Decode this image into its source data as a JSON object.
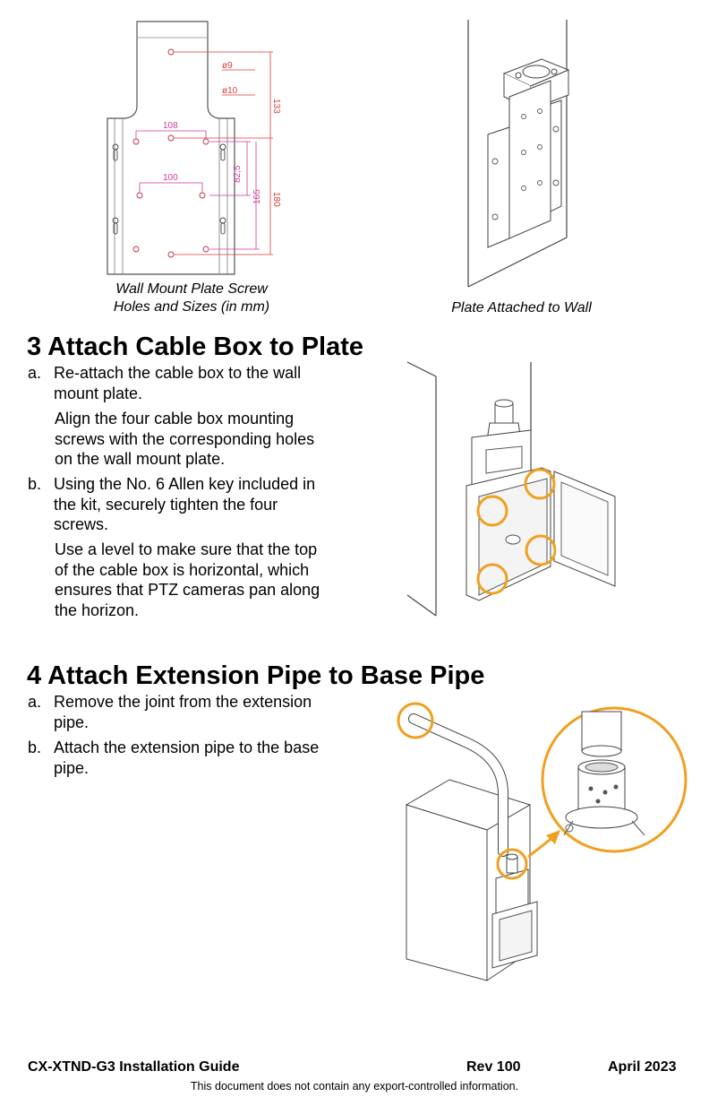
{
  "figures": {
    "plate_dimensions": {
      "caption_line1": "Wall Mount Plate Screw",
      "caption_line2": "Holes and Sizes (in mm)",
      "dims": {
        "d9": "ø9",
        "d10": "ø10",
        "h133": "133",
        "w108": "108",
        "w100": "100",
        "h82_5": "82,5",
        "h165": "165",
        "h180": "180"
      }
    },
    "plate_on_wall": {
      "caption": "Plate Attached to Wall"
    }
  },
  "section3": {
    "title": "3 Attach Cable Box to Plate",
    "steps": [
      {
        "label": "a.",
        "text": [
          "Re-attach the cable box to the wall",
          "mount plate."
        ],
        "note": [
          "Align the four cable box mounting",
          "screws with the corresponding holes",
          "on the wall mount plate."
        ]
      },
      {
        "label": "b.",
        "text": [
          "Using the No. 6 Allen key included in",
          "the kit, securely tighten the four",
          "screws."
        ],
        "note": [
          "Use a level to make sure that the top",
          "of the cable box is horizontal, which",
          "ensures that PTZ cameras pan along",
          "the horizon."
        ]
      }
    ]
  },
  "section4": {
    "title": "4 Attach Extension Pipe to Base Pipe",
    "steps": [
      {
        "label": "a.",
        "text": [
          "Remove the joint from the extension",
          "pipe."
        ]
      },
      {
        "label": "b.",
        "text": [
          "Attach the extension pipe to the base",
          "pipe."
        ]
      }
    ]
  },
  "footer": {
    "doc_title": "CX-XTND-G3 Installation Guide",
    "revision": "Rev 100",
    "date": "April 2023",
    "disclaimer": "This document does not contain any export-controlled information."
  },
  "colors": {
    "highlight": "#f0a020",
    "dim_magenta": "#d03a9b",
    "dim_red": "#e03a3a"
  }
}
